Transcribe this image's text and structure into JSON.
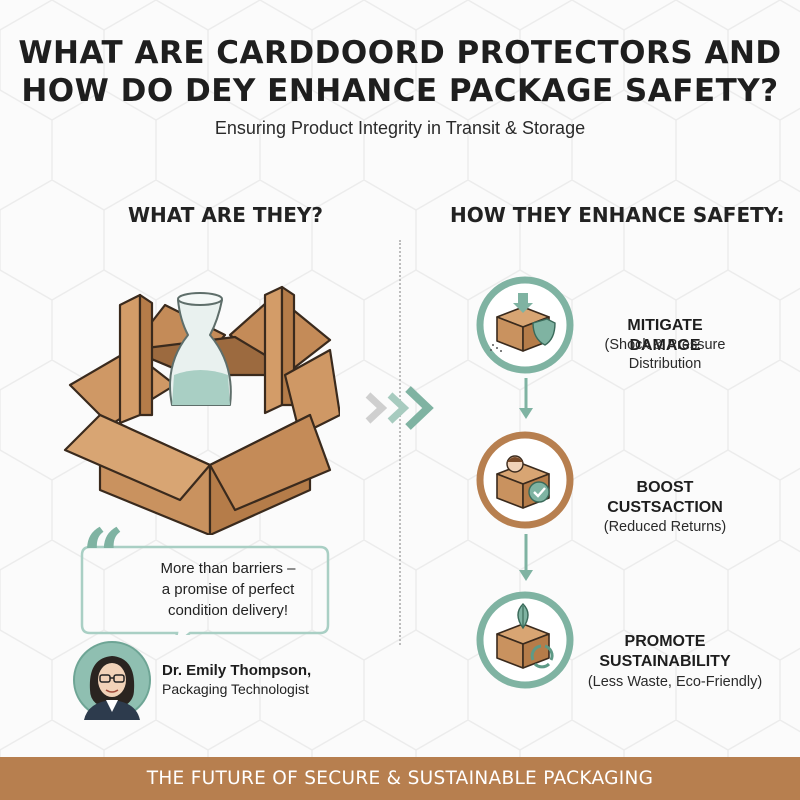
{
  "title": {
    "line1": "WHAT ARE CARDDOORD PROTECTORS AND",
    "line2": "HOW DO DEY ENHANCE PACKAGE SAFETY?"
  },
  "subtitle": "Ensuring Product Integrity in Transit & Storage",
  "left_section": {
    "heading": "WHAT ARE THEY?",
    "illustration_icon": "cardboard-box-with-vase-icon",
    "quote": {
      "mark": "“",
      "line1": "More than barriers –",
      "line2": "a promise of perfect",
      "line3": "condition delivery!"
    },
    "person": {
      "name": "Dr. Emily Thompson,",
      "role": "Packaging Technologist"
    }
  },
  "right_section": {
    "heading": "HOW THEY ENHANCE SAFETY:",
    "steps": [
      {
        "icon": "box-with-shield-icon",
        "title_lines": [
          "MITIGATE DAMAGE"
        ],
        "sub_lines": [
          "(Shock & Pressure",
          "Distribution"
        ],
        "ring_color": "#7fb3a2"
      },
      {
        "icon": "box-with-person-check-icon",
        "title_lines": [
          "BOOST",
          "CUSTSACTION"
        ],
        "sub_lines": [
          "(Reduced Returns)"
        ],
        "ring_color": "#b77f4f"
      },
      {
        "icon": "box-with-leaf-recycle-icon",
        "title_lines": [
          "PROMOTE",
          "SUSTAINABILITY"
        ],
        "sub_lines": [
          "(Less Waste, Eco-Friendly)"
        ],
        "ring_color": "#7fb3a2"
      }
    ]
  },
  "footer": "THE FUTURE OF SECURE & SUSTAINABLE PACKAGING",
  "colors": {
    "teal": "#7fb3a2",
    "copper": "#b77f4f",
    "cardboard": "#c9925f",
    "footer_bg": "#b77f4f"
  }
}
